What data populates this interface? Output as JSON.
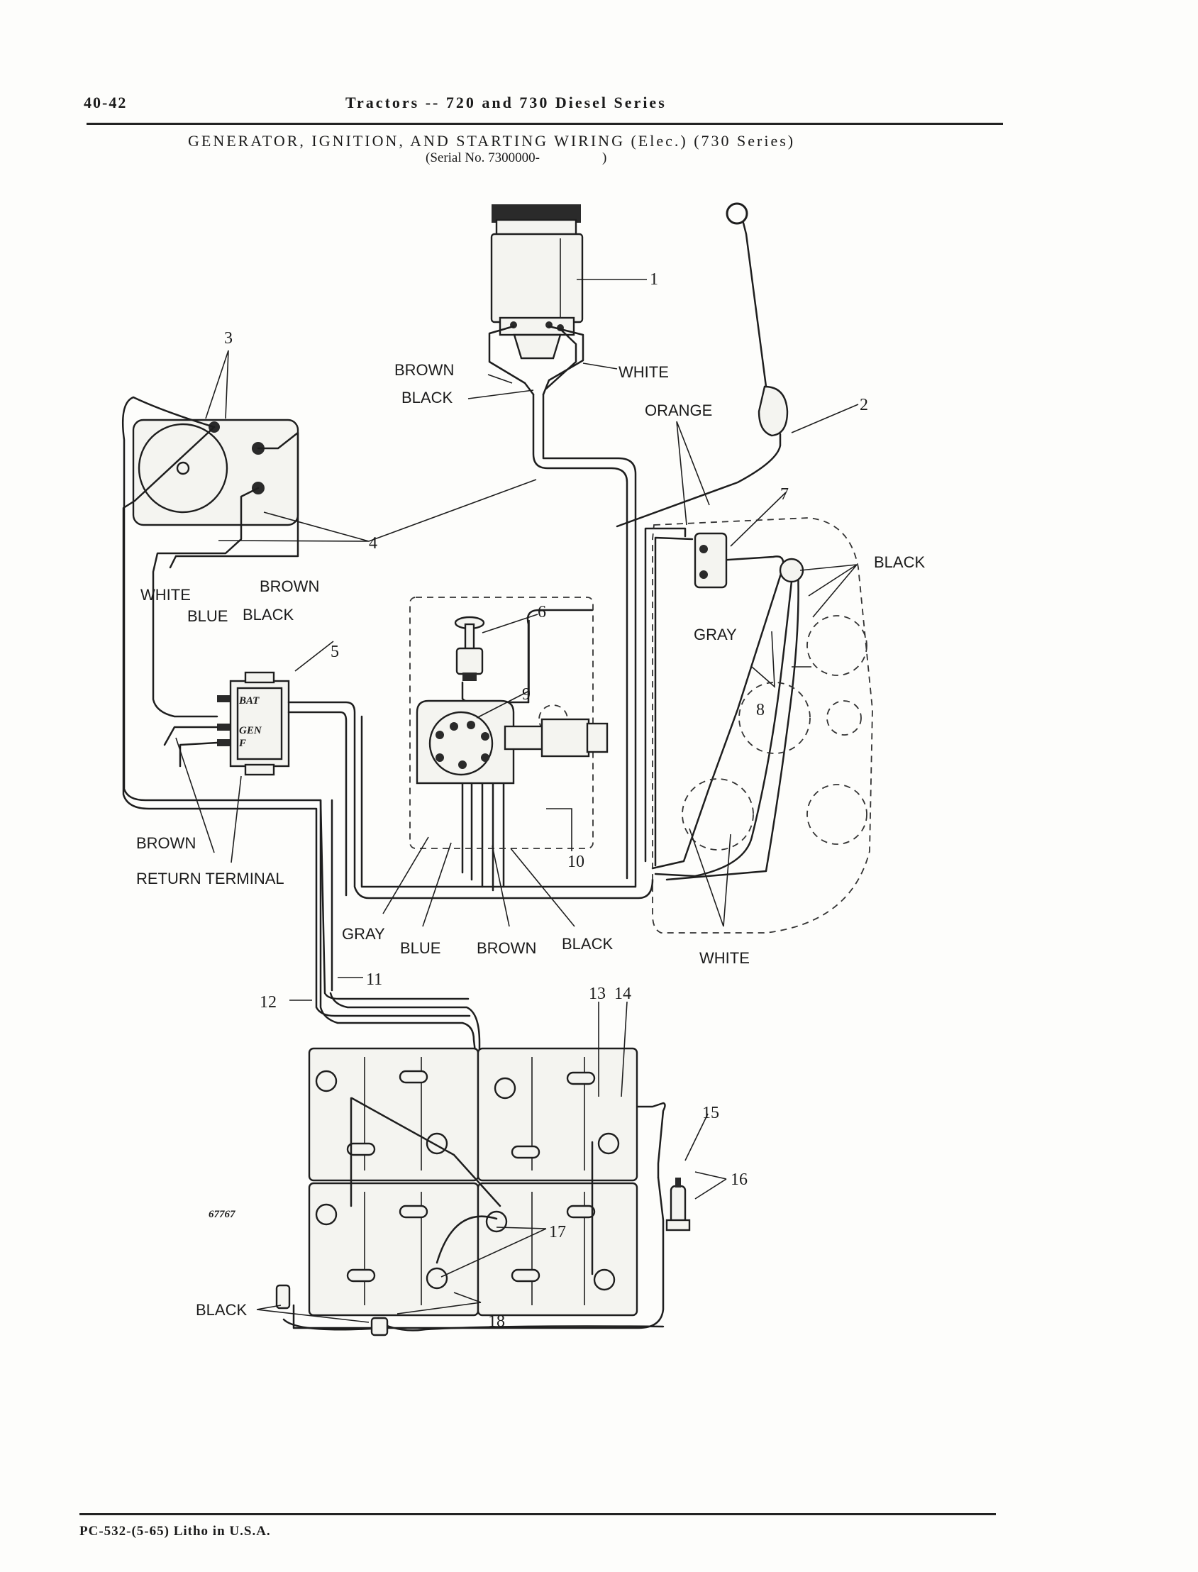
{
  "header": {
    "page_number": "40-42",
    "title": "Tractors -- 720 and 730 Diesel Series",
    "subtitle": "GENERATOR, IGNITION, AND STARTING WIRING (Elec.) (730 Series)",
    "serial": "(Serial No. 7300000-",
    "serial_close": ")"
  },
  "callouts": {
    "n1": "1",
    "n2": "2",
    "n3": "3",
    "n4": "4",
    "n5": "5",
    "n6": "6",
    "n7": "7",
    "n8": "8",
    "n9": "9",
    "n10": "10",
    "n11": "11",
    "n12": "12",
    "n13": "13",
    "n14": "14",
    "n15": "15",
    "n16": "16",
    "n17": "17",
    "n18": "18"
  },
  "wire_labels": {
    "brown_gen": "BROWN",
    "black_gen": "BLACK",
    "white_gen": "WHITE",
    "orange": "ORANGE",
    "black_right": "BLACK",
    "gray_right": "GRAY",
    "white_left": "WHITE",
    "brown_left": "BROWN",
    "blue_left": "BLUE",
    "black_left": "BLACK",
    "brown_low": "BROWN",
    "return_terminal": "RETURN TERMINAL",
    "gray_bottom": "GRAY",
    "blue_bottom": "BLUE",
    "brown_bottom": "BROWN",
    "black_bottom": "BLACK",
    "white_bottom": "WHITE",
    "black_battery": "BLACK"
  },
  "regulator_terminals": {
    "bat": "BAT",
    "gen": "GEN",
    "f": "F"
  },
  "figure_code": "67767",
  "footer": {
    "text": "PC-532-(5-65)  Litho in U.S.A."
  }
}
